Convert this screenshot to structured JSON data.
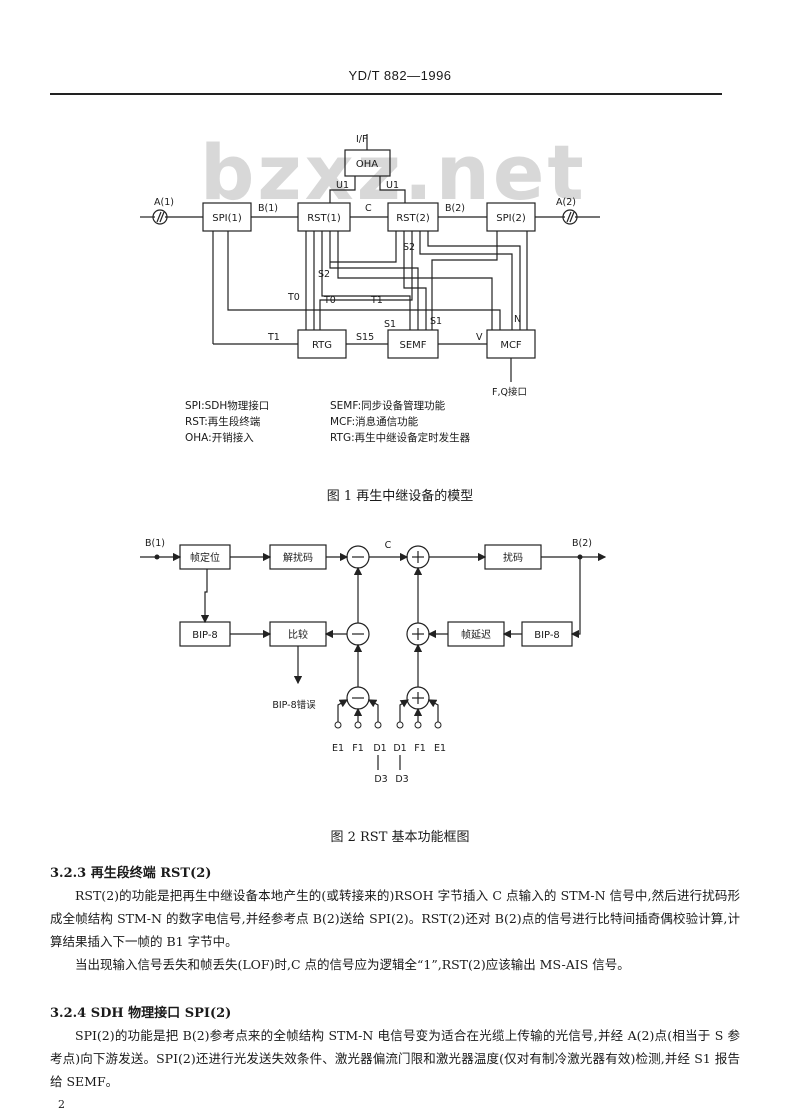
{
  "header": {
    "standard": "YD/T 882—1996"
  },
  "watermark": "bzxz.net",
  "figure1": {
    "caption": "图 1   再生中继设备的模型",
    "blocks": {
      "ohia": "OHA",
      "spi1": "SPI(1)",
      "rst1": "RST(1)",
      "rst2": "RST(2)",
      "spi2": "SPI(2)",
      "rtg": "RTG",
      "semf": "SEMF",
      "mcf": "MCF"
    },
    "labels": {
      "if": "I/F",
      "a1": "A(1)",
      "a2": "A(2)",
      "b1": "B(1)",
      "b2": "B(2)",
      "c": "C",
      "u1a": "U1",
      "u1b": "U1",
      "s2a": "S2",
      "s2b": "S2",
      "t0a": "T0",
      "t0b": "T0",
      "t1a": "T1",
      "t1b": "T1",
      "s1a": "S1",
      "s1b": "S1",
      "s15": "S15",
      "v": "V",
      "n": "N",
      "fq": "F,Q接口"
    },
    "legend_left": [
      "SPI:SDH物理接口",
      "RST:再生段终端",
      "OHA:开销接入"
    ],
    "legend_right": [
      "SEMF:同步设备管理功能",
      "MCF:消息通信功能",
      "RTG:再生中继设备定时发生器"
    ]
  },
  "figure2": {
    "caption": "图 2   RST 基本功能框图",
    "blocks": {
      "frame_align": "帧定位",
      "descramble": "解扰码",
      "scramble": "扰码",
      "bip8_left": "BIP-8",
      "compare": "比较",
      "frame_delay": "帧延迟",
      "bip8_right": "BIP-8"
    },
    "labels": {
      "b1": "B(1)",
      "b2": "B(2)",
      "c": "C",
      "bip_error": "BIP-8错误",
      "e1a": "E1",
      "f1a": "F1",
      "d1a": "D1",
      "d3a": "D3",
      "d1b": "D1",
      "f1b": "F1",
      "e1b": "E1",
      "d3b": "D3"
    }
  },
  "sections": [
    {
      "heading": "3.2.3   再生段终端 RST(2)",
      "paragraphs": [
        "RST(2)的功能是把再生中继设备本地产生的(或转接来的)RSOH 字节插入 C 点输入的 STM-N 信号中,然后进行扰码形成全帧结构 STM-N 的数字电信号,并经参考点 B(2)送给 SPI(2)。RST(2)还对 B(2)点的信号进行比特间插奇偶校验计算,计算结果插入下一帧的 B1 字节中。",
        "当出现输入信号丢失和帧丢失(LOF)时,C 点的信号应为逻辑全“1”,RST(2)应该输出 MS-AIS 信号。"
      ]
    },
    {
      "heading": "3.2.4   SDH 物理接口 SPI(2)",
      "paragraphs": [
        "SPI(2)的功能是把 B(2)参考点来的全帧结构 STM-N 电信号变为适合在光缆上传输的光信号,并经 A(2)点(相当于 S 参考点)向下游发送。SPI(2)还进行光发送失效条件、激光器偏流门限和激光器温度(仅对有制冷激光器有效)检测,并经 S1 报告给 SEMF。"
      ]
    }
  ],
  "page_number": "2"
}
